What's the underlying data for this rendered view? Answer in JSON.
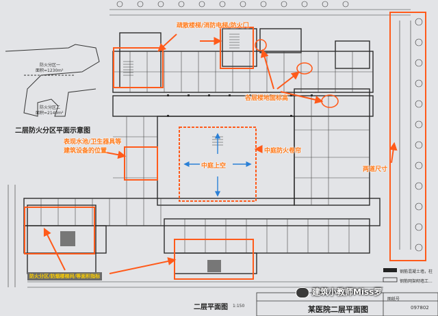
{
  "annotations": {
    "evac_stair": "疏散楼梯/消防电梯/防火门",
    "floor_elevation": "各层楼地面标高",
    "fixtures": [
      "表现水池/卫生器具等",
      "建筑设备的位置"
    ],
    "atrium_stair": "中庭上空",
    "atrium_shutter": "中庭防火卷帘",
    "overall_dims": "两道尺寸",
    "bottom_strip": "防火分区/防烟楼梯间/等面积指标"
  },
  "inset": {
    "caption": "二层防火分区平面示意图",
    "zone1": [
      "防火分区一",
      "面积=1230m²"
    ],
    "zone2": [
      "防火分区二",
      "面积=2140m²"
    ]
  },
  "drawing": {
    "title": "二层平面图",
    "scale": "1:150",
    "title_block": "某医院二层平面图",
    "sheet_no": "097802",
    "stamp": "图纸号",
    "notes": [
      "钢筋混凝土墙，柱",
      "钢筋网架砌墙工..."
    ]
  },
  "watermark": "建筑小教师Miss罗",
  "colors": {
    "annotation": "#ff7a1a",
    "highlight_box": "#ff5a1a",
    "arrow_blue": "#2a7fd6",
    "paper": "#e8e9ec",
    "ink": "#2b2b2b"
  }
}
